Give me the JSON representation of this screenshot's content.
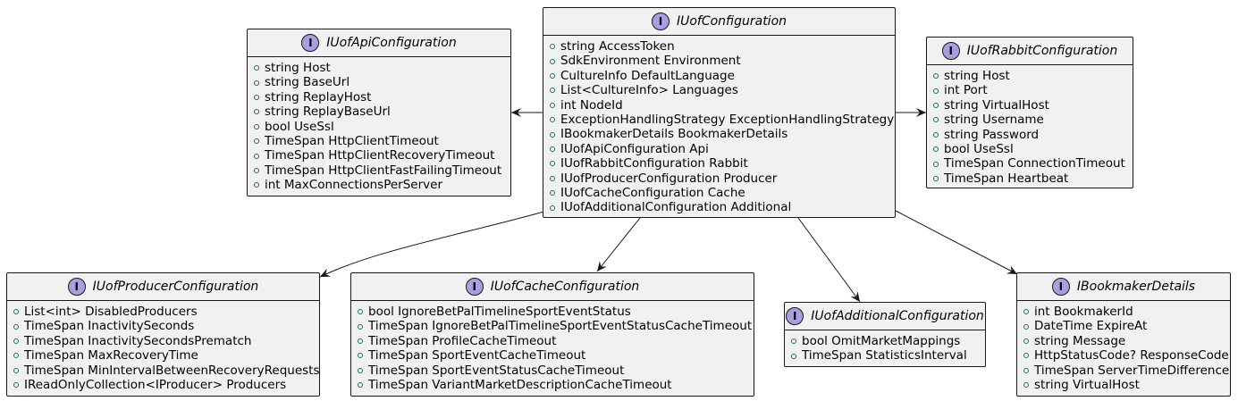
{
  "colors": {
    "box_fill": "#f1f1f1",
    "box_border": "#181818",
    "badge_fill": "#a99ee0",
    "visibility_marker": "#1f7a3a",
    "arrow": "#181818"
  },
  "icons": {
    "interface_badge": "interface-badge-icon",
    "member_marker": "public-member-icon"
  },
  "interfaces": {
    "config": {
      "badge": "I",
      "name": "IUofConfiguration",
      "members": [
        "string AccessToken",
        "SdkEnvironment Environment",
        "CultureInfo DefaultLanguage",
        "List<CultureInfo> Languages",
        "int NodeId",
        "ExceptionHandlingStrategy ExceptionHandlingStrategy",
        "IBookmakerDetails BookmakerDetails",
        "IUofApiConfiguration Api",
        "IUofRabbitConfiguration Rabbit",
        "IUofProducerConfiguration Producer",
        "IUofCacheConfiguration Cache",
        "IUofAdditionalConfiguration Additional"
      ]
    },
    "api": {
      "badge": "I",
      "name": "IUofApiConfiguration",
      "members": [
        "string Host",
        "string BaseUrl",
        "string ReplayHost",
        "string ReplayBaseUrl",
        "bool UseSsl",
        "TimeSpan HttpClientTimeout",
        "TimeSpan HttpClientRecoveryTimeout",
        "TimeSpan HttpClientFastFailingTimeout",
        "int MaxConnectionsPerServer"
      ]
    },
    "rabbit": {
      "badge": "I",
      "name": "IUofRabbitConfiguration",
      "members": [
        "string Host",
        "int Port",
        "string VirtualHost",
        "string Username",
        "string Password",
        "bool UseSsl",
        "TimeSpan ConnectionTimeout",
        "TimeSpan Heartbeat"
      ]
    },
    "producer": {
      "badge": "I",
      "name": "IUofProducerConfiguration",
      "members": [
        "List<int> DisabledProducers",
        "TimeSpan InactivitySeconds",
        "TimeSpan InactivitySecondsPrematch",
        "TimeSpan MaxRecoveryTime",
        "TimeSpan MinIntervalBetweenRecoveryRequests",
        "IReadOnlyCollection<IProducer> Producers"
      ]
    },
    "cache": {
      "badge": "I",
      "name": "IUofCacheConfiguration",
      "members": [
        "bool IgnoreBetPalTimelineSportEventStatus",
        "TimeSpan IgnoreBetPalTimelineSportEventStatusCacheTimeout",
        "TimeSpan ProfileCacheTimeout",
        "TimeSpan SportEventCacheTimeout",
        "TimeSpan SportEventStatusCacheTimeout",
        "TimeSpan VariantMarketDescriptionCacheTimeout"
      ]
    },
    "additional": {
      "badge": "I",
      "name": "IUofAdditionalConfiguration",
      "members": [
        "bool OmitMarketMappings",
        "TimeSpan StatisticsInterval"
      ]
    },
    "bookmaker": {
      "badge": "I",
      "name": "IBookmakerDetails",
      "members": [
        "int BookmakerId",
        "DateTime ExpireAt",
        "string Message",
        "HttpStatusCode? ResponseCode",
        "TimeSpan ServerTimeDifference",
        "string VirtualHost"
      ]
    }
  },
  "relations": [
    {
      "from": "config",
      "to": "api"
    },
    {
      "from": "config",
      "to": "rabbit"
    },
    {
      "from": "config",
      "to": "producer"
    },
    {
      "from": "config",
      "to": "cache"
    },
    {
      "from": "config",
      "to": "additional"
    },
    {
      "from": "config",
      "to": "bookmaker"
    }
  ]
}
